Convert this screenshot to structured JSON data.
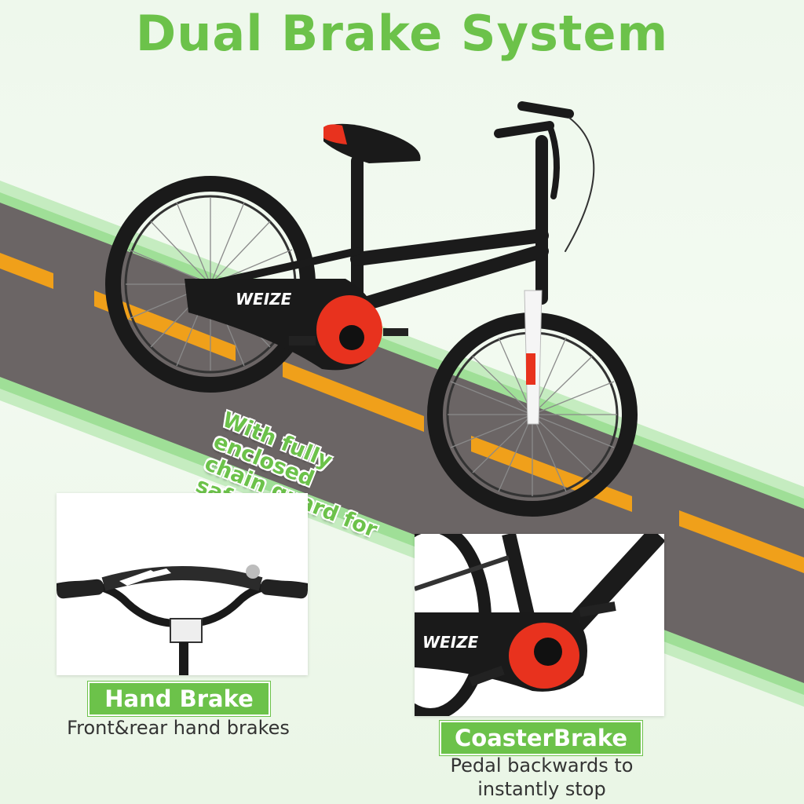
{
  "title": "Dual Brake System",
  "callout": {
    "line1": "With fully enclosed",
    "line2": "chain guard for safety"
  },
  "brand": "WEIZE",
  "features": [
    {
      "label": "Hand Brake",
      "description": "Front&rear hand brakes"
    },
    {
      "label": "CoasterBrake",
      "description_line1": "Pedal backwards to",
      "description_line2": "instantly stop"
    }
  ],
  "colors": {
    "accent_green": "#6cc24a",
    "road": "#6b6565",
    "lane": "#f0a01a",
    "bike_frame": "#1b1b1b",
    "bike_accent": "#e8321e"
  }
}
